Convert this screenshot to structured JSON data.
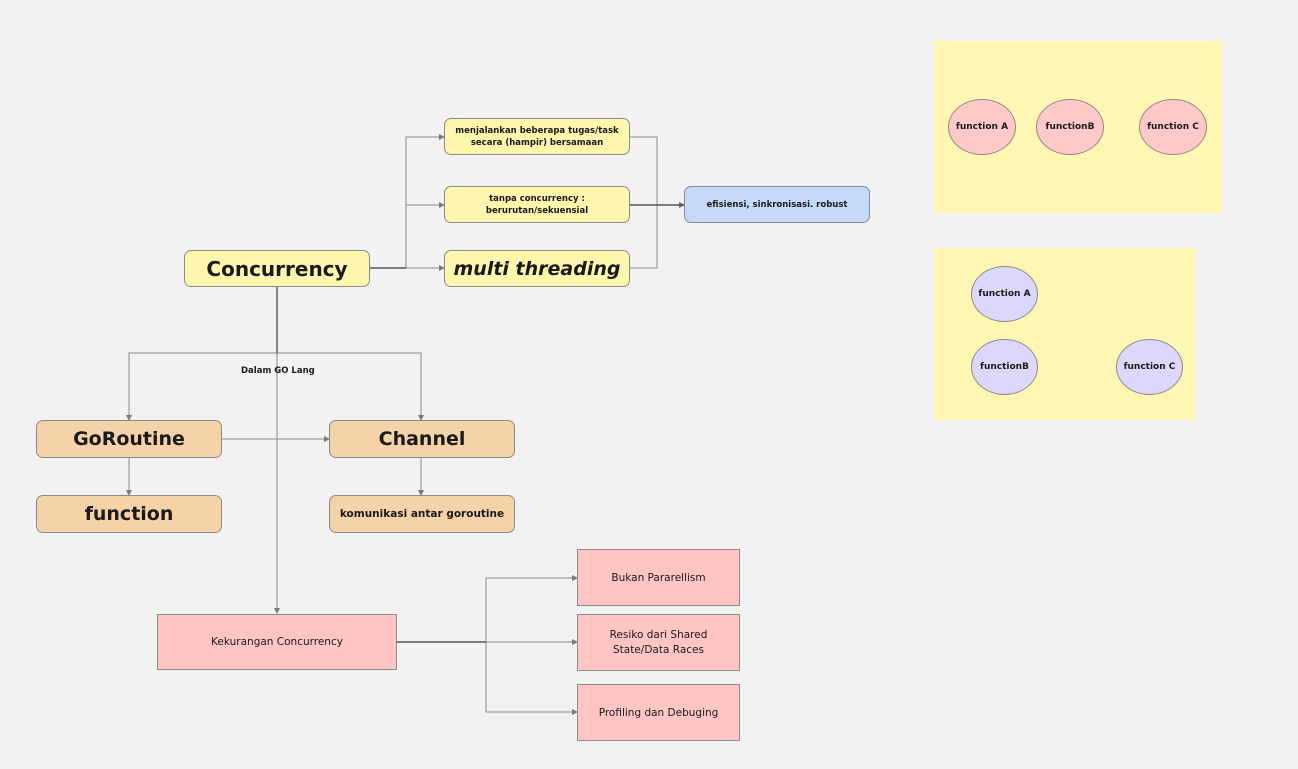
{
  "nodes": {
    "concurrency": "Concurrency",
    "task_desc": "menjalankan beberapa tugas/task secara (hampir) bersamaan",
    "tanpa_concurrency": "tanpa concurrency : berurutan/sekuensial",
    "multi_threading": "multi threading",
    "efisiensi": "efisiensi, sinkronisasi. robust",
    "goroutine": "GoRoutine",
    "function": "function",
    "channel": "Channel",
    "komunikasi": "komunikasi antar goroutine",
    "kekurangan": "Kekurangan Concurrency",
    "bukan_pararellism": "Bukan Pararellism",
    "resiko": "Resiko dari Shared State/Data Races",
    "profiling": "Profiling dan Debuging"
  },
  "edge_labels": {
    "dalam_go_lang": "Dalam GO Lang"
  },
  "sequential_frame": {
    "function_a": "function A",
    "function_b": "functionB",
    "function_c": "function C"
  },
  "concurrent_frame": {
    "function_a": "function A",
    "function_b": "functionB",
    "function_c": "function C"
  },
  "colors": {
    "yellow": "#fff6ad",
    "blue": "#c6d9fb",
    "orange": "#f6d2a9",
    "pink": "#ffc4c4",
    "frame": "#fff6b3"
  }
}
